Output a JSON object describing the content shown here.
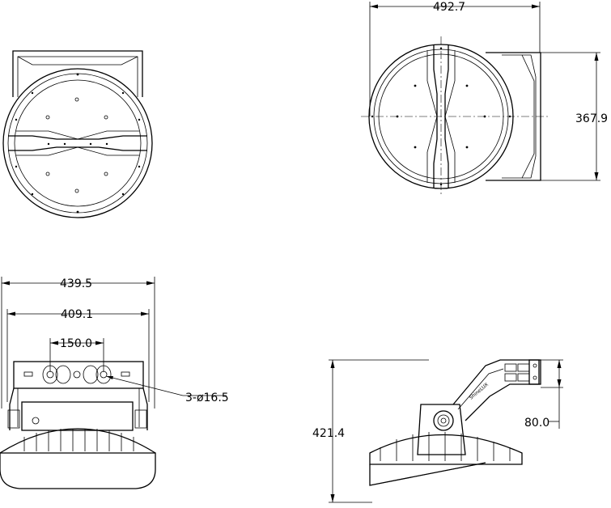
{
  "dimensions": {
    "top_width": "492.7",
    "right_height": "367.9",
    "overall_width": "439.5",
    "inner_width": "409.1",
    "hole_spacing": "150.0",
    "holes": "3-ø16.5",
    "overall_height": "421.4",
    "bracket_offset": "80.0"
  },
  "colors": {
    "line": "#000000",
    "background": "#ffffff"
  }
}
